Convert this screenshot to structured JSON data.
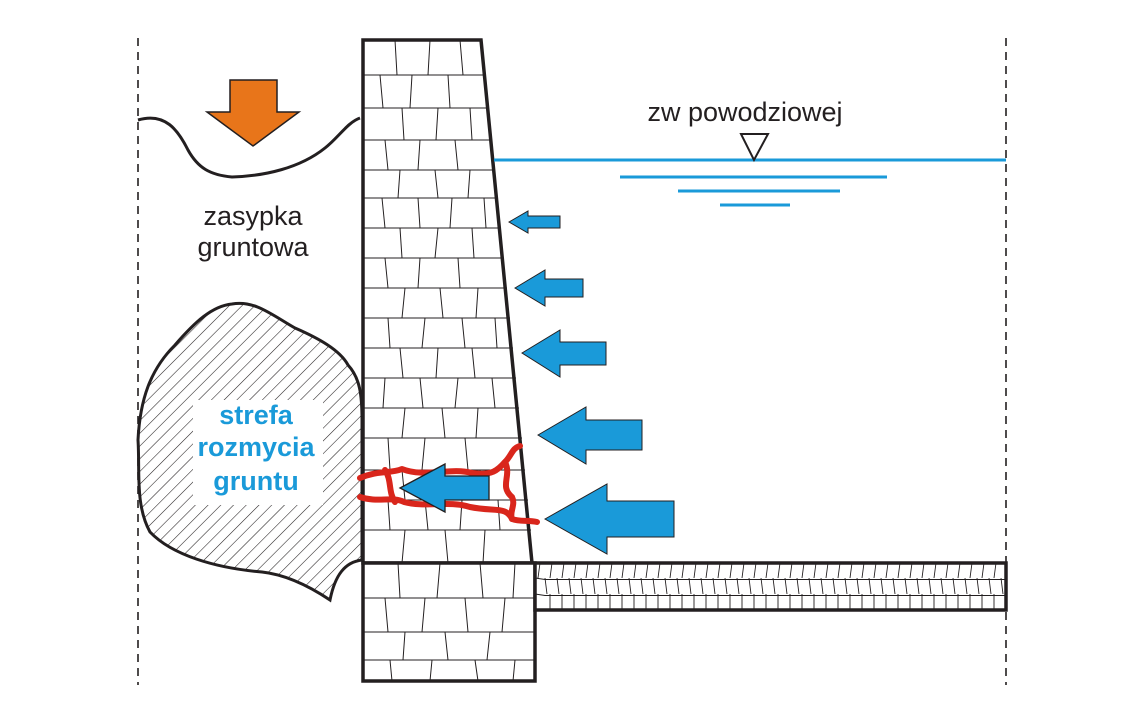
{
  "labels": {
    "flood_level": "zw powodziowej",
    "backfill_line1": "zasypka",
    "backfill_line2": "gruntowa",
    "erosion_line1": "strefa",
    "erosion_line2": "rozmycia",
    "erosion_line3": "gruntu"
  },
  "colors": {
    "outline": "#231f20",
    "water": "#1a9ad9",
    "pressure_arrow": "#1a9ad9",
    "load_arrow": "#e8751a",
    "crack": "#d9261c",
    "erosion_text": "#1a9ad9"
  },
  "icons": {
    "load_arrow": "arrow-down-icon",
    "water_level_marker": "triangle-down-icon",
    "pressure_arrow": "arrow-left-icon"
  }
}
